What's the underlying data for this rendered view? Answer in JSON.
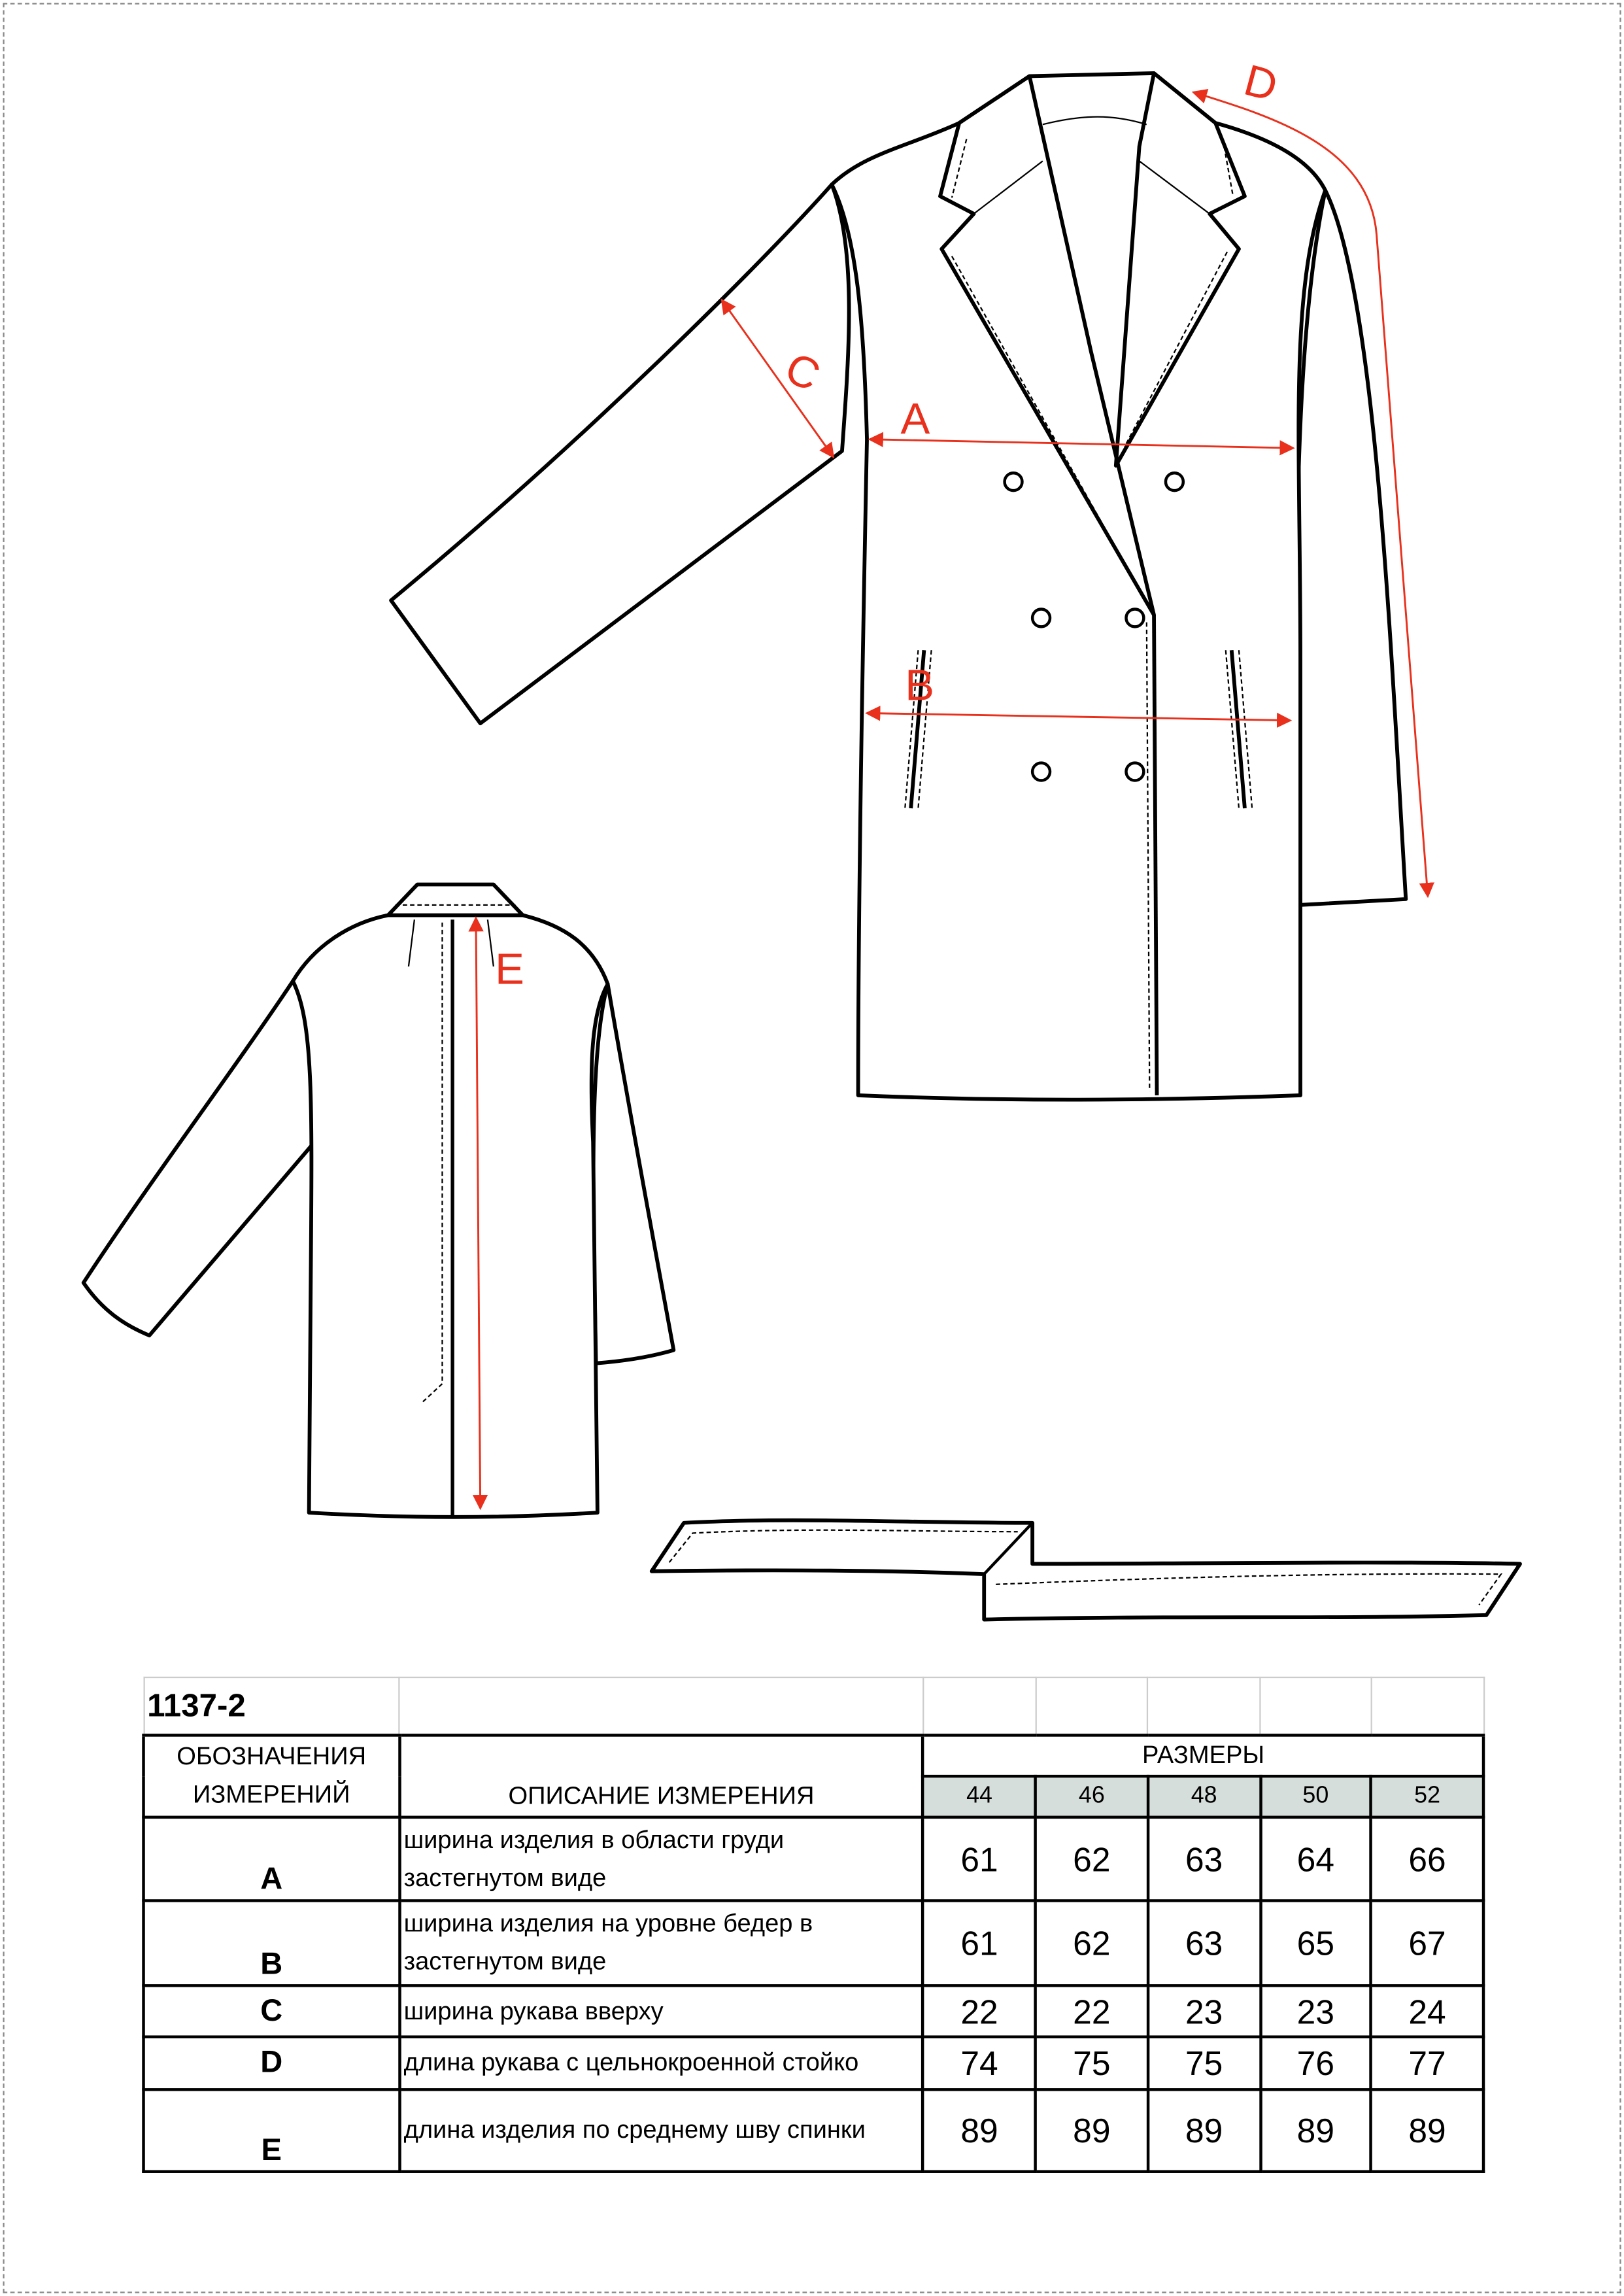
{
  "labels": {
    "A": "A",
    "B": "B",
    "C": "C",
    "D": "D",
    "E": "E"
  },
  "colors": {
    "measure": "#e8301c",
    "size_header_bg": "#d6dedb"
  },
  "table": {
    "model": "1137-2",
    "col_designation": "ОБОЗНАЧЕНИЯ ИЗМЕРЕНИЙ",
    "col_designation_line1": "ОБОЗНАЧЕНИЯ",
    "col_designation_line2": "ИЗМЕРЕНИЙ",
    "col_description": "ОПИСАНИЕ ИЗМЕРЕНИЯ",
    "sizes_header": "РАЗМЕРЫ",
    "sizes": [
      "44",
      "46",
      "48",
      "50",
      "52"
    ],
    "rows": [
      {
        "code": "A",
        "description": "ширина изделия в области груди застегнутом виде",
        "values": [
          "61",
          "62",
          "63",
          "64",
          "66"
        ]
      },
      {
        "code": "B",
        "description": "ширина изделия  на уровне бедер в застегнутом виде",
        "values": [
          "61",
          "62",
          "63",
          "65",
          "67"
        ]
      },
      {
        "code": "C",
        "description": "ширина рукава вверху",
        "values": [
          "22",
          "22",
          "23",
          "23",
          "24"
        ]
      },
      {
        "code": "D",
        "description": "длина рукава с цельнокроенной стойко",
        "values": [
          "74",
          "75",
          "75",
          "76",
          "77"
        ]
      },
      {
        "code": "E",
        "description": "длина изделия по среднему шву спинки",
        "values": [
          "89",
          "89",
          "89",
          "89",
          "89"
        ]
      }
    ]
  }
}
